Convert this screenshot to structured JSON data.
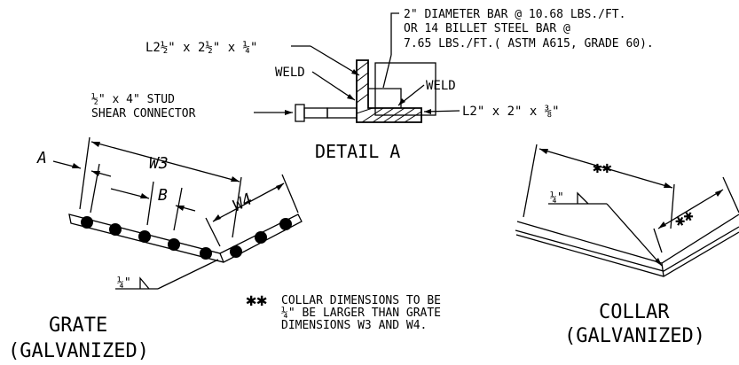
{
  "detail_a": {
    "bar_note_line1": "2\" DIAMETER BAR @ 10.68 LBS./FT.",
    "bar_note_line2": "OR    14 BILLET STEEL BAR @",
    "bar_note_line3": "7.65 LBS./FT.( ASTM A615, GRADE 60).",
    "angle_large": "L2½\" x 2½\" x ¼\"",
    "weld_left": "WELD",
    "weld_right": "WELD",
    "stud_line1": "½\" x 4\" STUD",
    "stud_line2": "SHEAR CONNECTOR",
    "angle_small": "L2\" x 2\" x ⅜\"",
    "title": "DETAIL A"
  },
  "grate": {
    "dim_a": "A",
    "dim_w3": "W3",
    "dim_b": "B",
    "dim_w4": "W4",
    "weld_size": "¼\"",
    "title_line1": "GRATE",
    "title_line2": "(GALVANIZED)"
  },
  "note": {
    "symbol": "✱✱",
    "line1": "COLLAR DIMENSIONS TO  BE",
    "line2": "¼\" BE LARGER THAN GRATE",
    "line3": "DIMENSIONS W3 AND W4."
  },
  "collar": {
    "dim_top": "✱✱",
    "dim_right": "✱✱",
    "weld_size": "¼\"",
    "title_line1": "COLLAR",
    "title_line2": "(GALVANIZED)"
  }
}
